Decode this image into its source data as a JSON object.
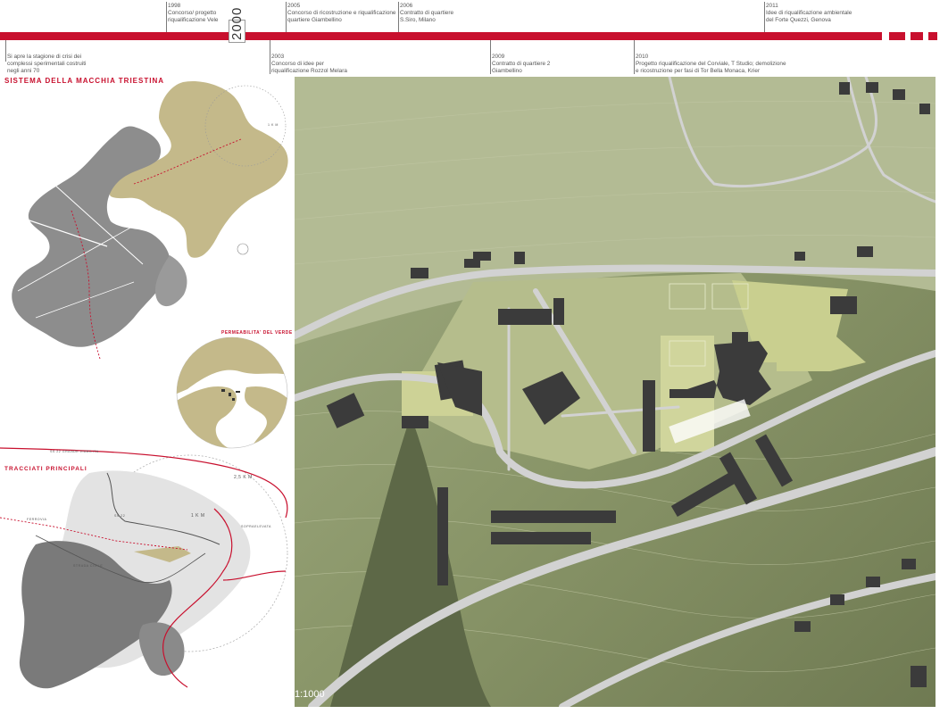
{
  "timeline": {
    "events_top": [
      {
        "year": "1998",
        "text": [
          "Concorso/ progetto",
          "riqualificazione Vele"
        ]
      },
      {
        "year": "2005",
        "text": [
          "Concorso di ricostruzione e riqualificazione",
          "quartiere Giambellino"
        ]
      },
      {
        "year": "2006",
        "text": [
          "Contratto di quartiere",
          "S.Siro, Milano"
        ]
      },
      {
        "year": "2011",
        "text": [
          "Idee di riqualificazione ambientale",
          "del Forte Quezzi, Genova"
        ]
      }
    ],
    "events_bottom": [
      {
        "year": "",
        "text": [
          "Si apre la stagione di crisi dei",
          "complessi sperimentali costruiti",
          "negli anni 70"
        ]
      },
      {
        "year": "2003",
        "text": [
          "Concorso di idee per",
          "riqualificazione Rozzol Melara"
        ]
      },
      {
        "year": "2009",
        "text": [
          "Contratto di quartiere 2",
          "Giambellino"
        ]
      },
      {
        "year": "2010",
        "text": [
          "Progetto riqualificazione del Corviale, T Studio;    demolizione",
          "e ricostruzione per fasi di Tor Bella Monaca, Krier"
        ]
      }
    ],
    "milestone": "2000",
    "accent_color": "#c8102e"
  },
  "left_panel": {
    "title_1": "SISTEMA DELLA MACCHIA TRIESTINA",
    "label_verde": "PERMEABILITA' DEL VERDE",
    "title_2": "TRACCIATI PRINCIPALI",
    "km_1": "1  K M",
    "km_2": "2,5  K M",
    "km_3": "1  K M",
    "road_1": "SS  22  GRANDE VIABILITA",
    "road_2": "FERROVIA",
    "road_3": "SS  22",
    "road_4": "SOPRAELEVATA",
    "road_5": "STRADA CIVILE"
  },
  "main_map": {
    "scale": "1:1000",
    "colors": {
      "terrain": "#8e9a6e",
      "field": "#c9cf8f",
      "building": "#3c3c3c",
      "road": "#cfcfcf"
    }
  }
}
